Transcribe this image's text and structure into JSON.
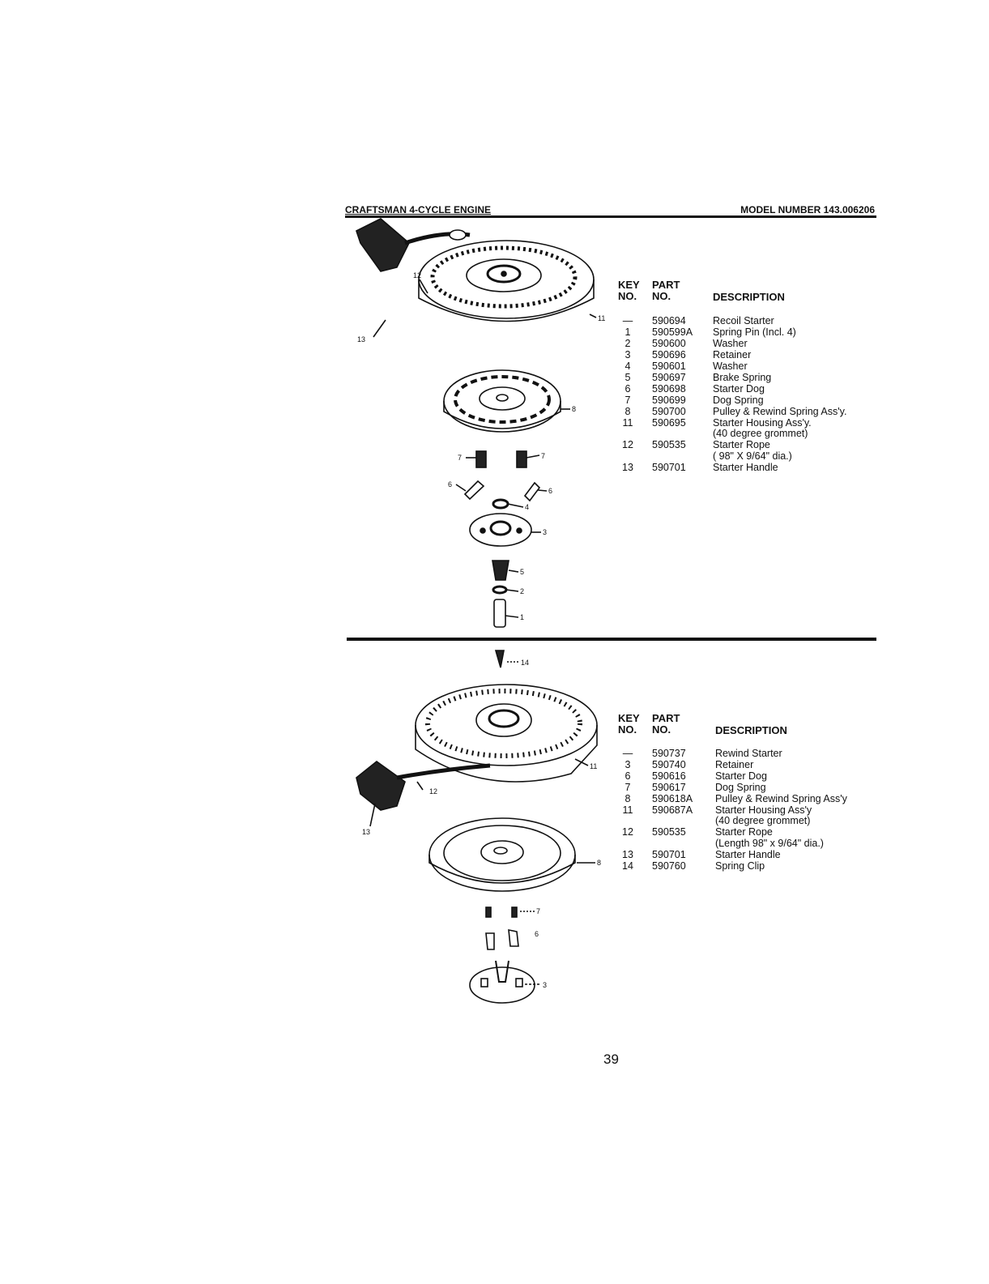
{
  "header": {
    "left": "CRAFTSMAN 4-CYCLE ENGINE",
    "right": "MODEL NUMBER 143.006206"
  },
  "columns": {
    "key_top": "KEY",
    "key_bottom": "NO.",
    "part_top": "PART",
    "part_bottom": "NO.",
    "description": "DESCRIPTION"
  },
  "section1": {
    "rows": [
      {
        "key": "—",
        "part": "590694",
        "desc": "Recoil Starter"
      },
      {
        "key": "1",
        "part": "590599A",
        "desc": "Spring Pin (Incl. 4)"
      },
      {
        "key": "2",
        "part": "590600",
        "desc": "Washer"
      },
      {
        "key": "3",
        "part": "590696",
        "desc": "Retainer"
      },
      {
        "key": "4",
        "part": "590601",
        "desc": "Washer"
      },
      {
        "key": "5",
        "part": "590697",
        "desc": "Brake Spring"
      },
      {
        "key": "6",
        "part": "590698",
        "desc": "Starter Dog"
      },
      {
        "key": "7",
        "part": "590699",
        "desc": "Dog Spring"
      },
      {
        "key": "8",
        "part": "590700",
        "desc": "Pulley & Rewind Spring Ass'y."
      },
      {
        "key": "11",
        "part": "590695",
        "desc": "Starter Housing Ass'y."
      },
      {
        "key": "",
        "part": "",
        "desc": "(40 degree grommet)"
      },
      {
        "key": "12",
        "part": "590535",
        "desc": "Starter Rope"
      },
      {
        "key": "",
        "part": "",
        "desc": "( 98\" X 9/64\" dia.)"
      },
      {
        "key": "13",
        "part": "590701",
        "desc": "Starter Handle"
      }
    ],
    "callouts": [
      "12",
      "13",
      "11",
      "8",
      "7",
      "7",
      "6",
      "6",
      "4",
      "3",
      "5",
      "2",
      "1"
    ]
  },
  "section2": {
    "rows": [
      {
        "key": "—",
        "part": "590737",
        "desc": "Rewind Starter"
      },
      {
        "key": "3",
        "part": "590740",
        "desc": "Retainer"
      },
      {
        "key": "6",
        "part": "590616",
        "desc": "Starter Dog"
      },
      {
        "key": "7",
        "part": "590617",
        "desc": "Dog Spring"
      },
      {
        "key": "8",
        "part": "590618A",
        "desc": "Pulley & Rewind Spring Ass'y"
      },
      {
        "key": "11",
        "part": "590687A",
        "desc": "Starter Housing Ass'y"
      },
      {
        "key": "",
        "part": "",
        "desc": "(40 degree grommet)"
      },
      {
        "key": "12",
        "part": "590535",
        "desc": "Starter Rope"
      },
      {
        "key": "",
        "part": "",
        "desc": "(Length 98\" x 9/64\" dia.)"
      },
      {
        "key": "13",
        "part": "590701",
        "desc": "Starter Handle"
      },
      {
        "key": "14",
        "part": "590760",
        "desc": "Spring Clip"
      }
    ],
    "callouts": [
      "14",
      "11",
      "12",
      "13",
      "8",
      "7",
      "6",
      "3"
    ]
  },
  "page_number": "39"
}
